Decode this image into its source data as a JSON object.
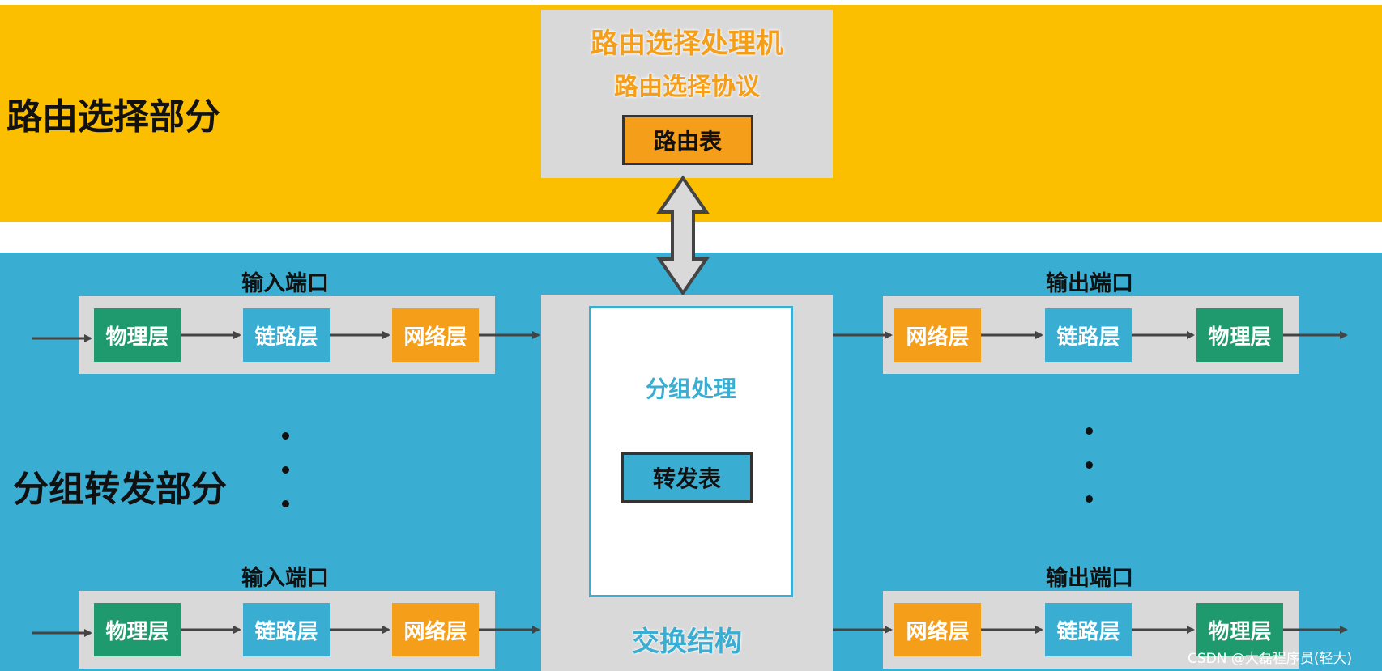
{
  "routing_section": {
    "title": "路由选择部分",
    "processor_title": "路由选择处理机",
    "protocol_title": "路由选择协议",
    "routing_table": "路由表"
  },
  "forwarding_section": {
    "title": "分组转发部分",
    "input_port_label": "输入端口",
    "output_port_label": "输出端口",
    "input_layers": [
      "物理层",
      "链路层",
      "网络层"
    ],
    "output_layers": [
      "网络层",
      "链路层",
      "物理层"
    ],
    "packet_processing": "分组处理",
    "forwarding_table": "转发表",
    "switch_fabric": "交换结构"
  },
  "watermark": "CSDN @大磊程序员(轻大)",
  "colors": {
    "routing_band": "#fbbf00",
    "forwarding_band": "#3aaed2",
    "physical_layer": "#1e9a6e",
    "link_layer": "#3aaed2",
    "network_layer": "#f59e1a"
  }
}
